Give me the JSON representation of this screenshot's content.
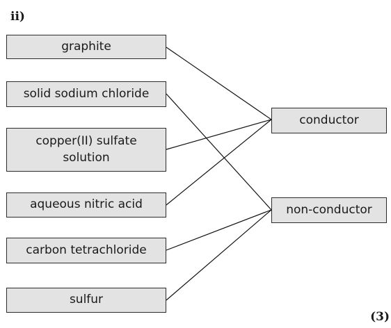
{
  "part_label": "ii)",
  "marks": "(3)",
  "substances": [
    "graphite",
    "solid sodium chloride",
    "copper(II) sulfate\nsolution",
    "aqueous nitric acid",
    "carbon tetrachloride",
    "sulfur"
  ],
  "categories": [
    "conductor",
    "non-conductor"
  ],
  "connections": [
    {
      "from": 0,
      "to": 0
    },
    {
      "from": 1,
      "to": 1
    },
    {
      "from": 2,
      "to": 0
    },
    {
      "from": 3,
      "to": 0
    },
    {
      "from": 4,
      "to": 1
    },
    {
      "from": 5,
      "to": 1
    }
  ]
}
